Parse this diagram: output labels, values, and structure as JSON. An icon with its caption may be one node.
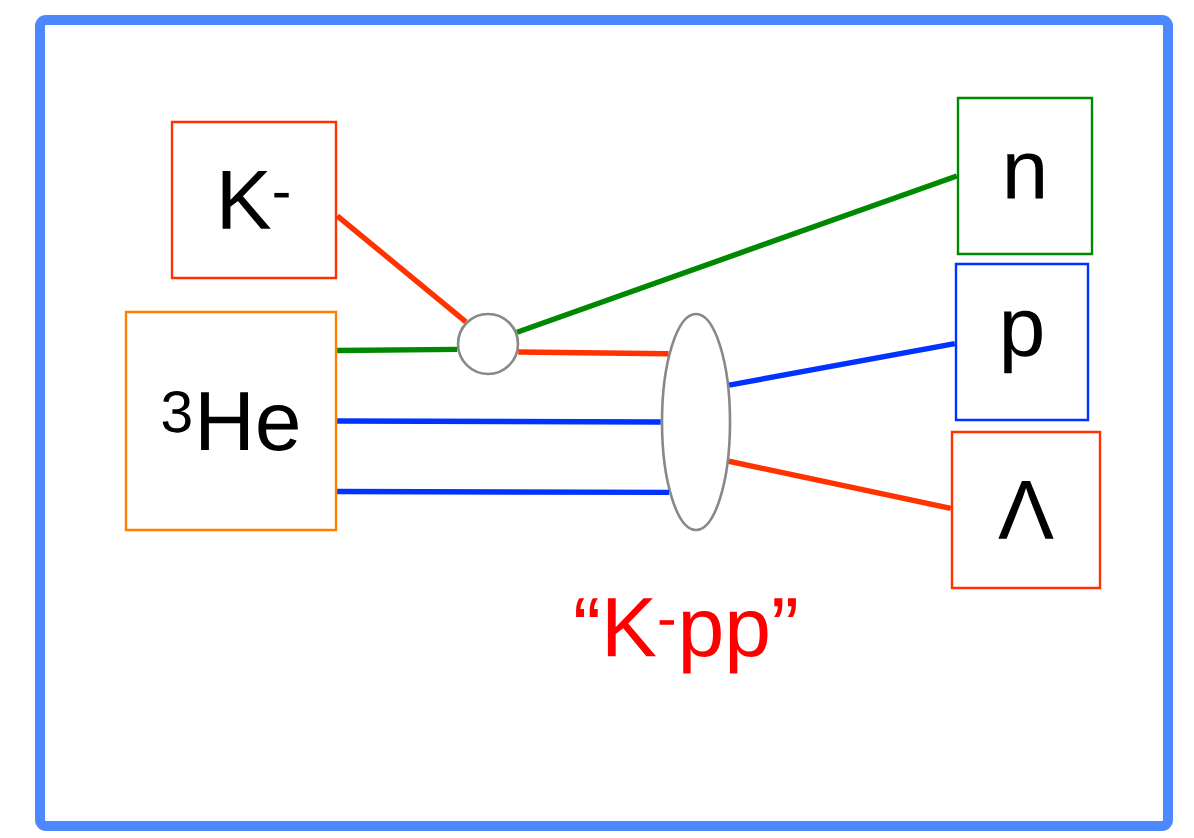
{
  "diagram": {
    "nodes": [
      {
        "text": [
          "K$^{-}$"
        ]
      },
      {
        "text": [
          "$^{3}$He"
        ]
      },
      {
        "text": [],
        "shape": "circle"
      },
      {
        "text": [],
        "shape": "ellipse"
      },
      {
        "text": [
          "n"
        ]
      },
      {
        "text": [
          "p"
        ]
      },
      {
        "text": [
          "Λ"
        ]
      }
    ],
    "edges": [
      {
        "from": 0,
        "to": 2,
        "arrow": "none",
        "color": "#ff3300"
      },
      {
        "from": 1,
        "to": 2,
        "arrow": "none",
        "color": "#008800"
      },
      {
        "from": 2,
        "to": 4,
        "arrow": "none",
        "color": "#008800"
      },
      {
        "from": 2,
        "to": 3,
        "arrow": "none",
        "color": "#ff3300"
      },
      {
        "from": 1,
        "to": 3,
        "arrow": "none",
        "color": "#0033ff"
      },
      {
        "from": 1,
        "to": 3,
        "arrow": "none",
        "color": "#0033ff"
      },
      {
        "from": 3,
        "to": 5,
        "arrow": "none",
        "color": "#0033ff"
      },
      {
        "from": 3,
        "to": 6,
        "arrow": "none",
        "color": "#ff3300"
      }
    ],
    "labels": [
      "“K$^{-}$pp”"
    ]
  }
}
